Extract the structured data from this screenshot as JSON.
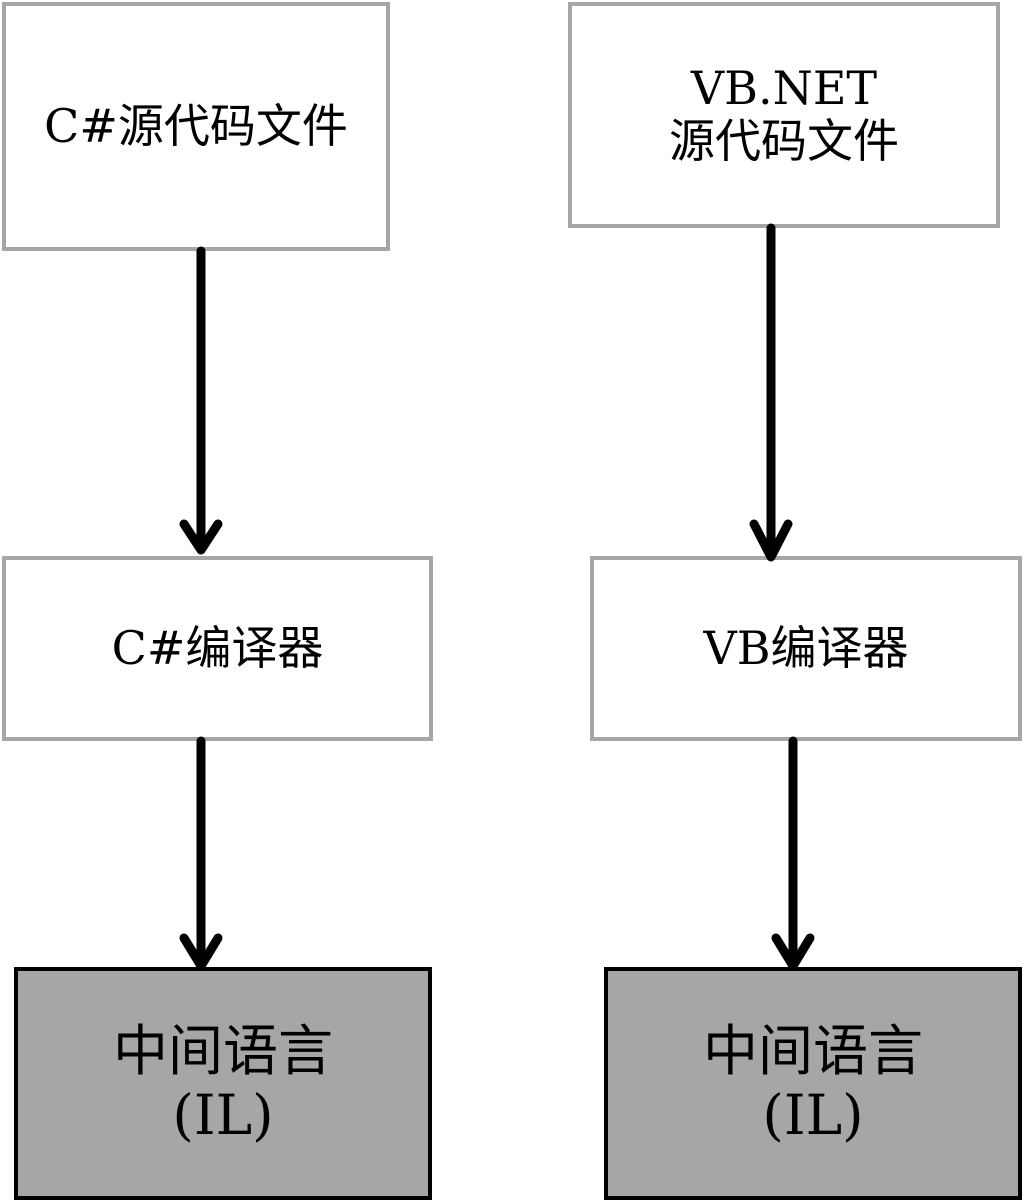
{
  "left_column": {
    "source": "C#源代码文件",
    "compiler": "C#编译器",
    "output": {
      "line1": "中间语言",
      "line2": "(IL)"
    }
  },
  "right_column": {
    "source": {
      "line1": "VB.NET",
      "line2": "源代码文件"
    },
    "compiler": "VB编译器",
    "output": {
      "line1": "中间语言",
      "line2": "(IL)"
    }
  },
  "colors": {
    "box_border_light": "#a6a6a6",
    "box_fill_dark": "#a6a6a6",
    "box_border_dark": "#000000",
    "arrow": "#000000"
  }
}
